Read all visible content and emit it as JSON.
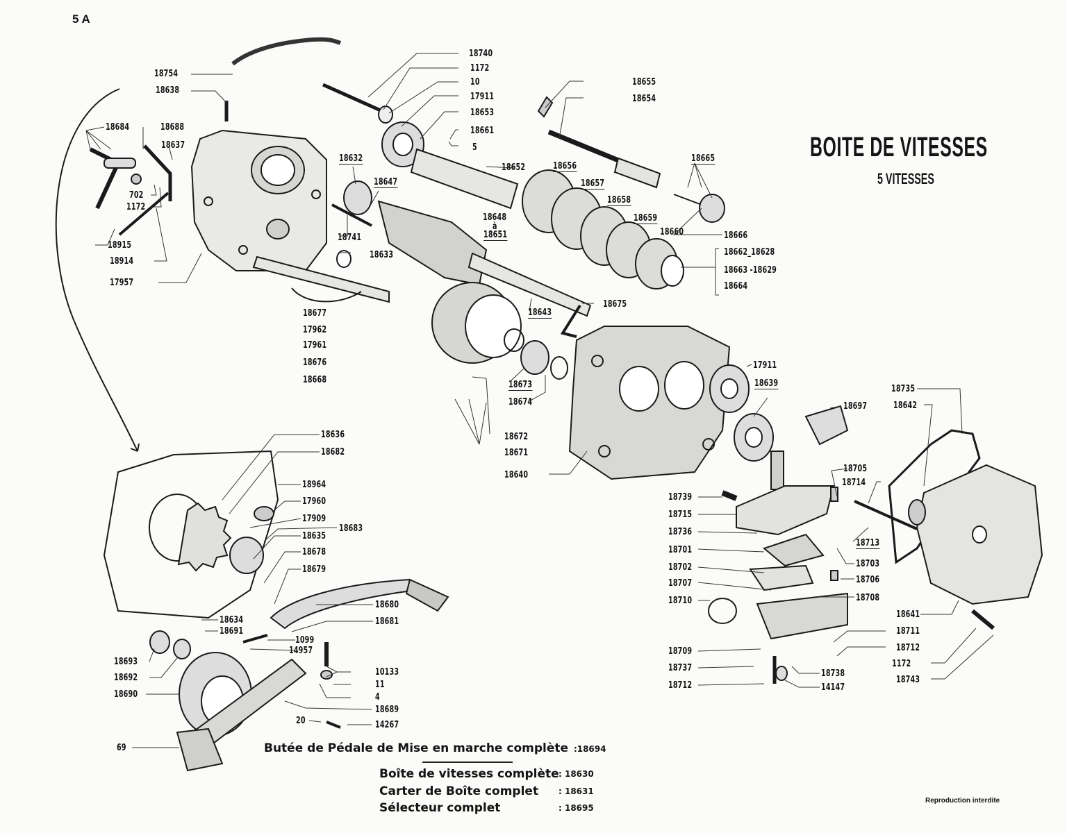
{
  "page_number": "5 A",
  "title": "BOITE DE VITESSES",
  "subtitle": "5 VITESSES",
  "part_labels": {
    "p18754": "18754",
    "p18638": "18638",
    "p18684": "18684",
    "p18688": "18688",
    "p18637": "18637",
    "p702": "702",
    "p1172a": "1172",
    "p18915": "18915",
    "p18914": "18914",
    "p17957": "17957",
    "p18740": "18740",
    "p1172b": "1172",
    "p10": "10",
    "p17911a": "17911",
    "p18653": "18653",
    "p18661": "18661",
    "p5": "5",
    "p18652": "18652",
    "p18632": "18632",
    "p18647": "18647",
    "p18741": "18741",
    "p18633": "18633",
    "p18648": "18648",
    "p_a": "à",
    "p18651": "18651",
    "p18677": "18677",
    "p17962": "17962",
    "p17961": "17961",
    "p18676": "18676",
    "p18668": "18668",
    "p18655": "18655",
    "p18654": "18654",
    "p18656": "18656",
    "p18657": "18657",
    "p18658": "18658",
    "p18659": "18659",
    "p18660": "18660",
    "p18665": "18665",
    "p18666": "18666",
    "p18662_18628": "18662_18628",
    "p18663_18629": "18663 -18629",
    "p18664": "18664",
    "p18643": "18643",
    "p18675": "18675",
    "p18673": "18673",
    "p18674": "18674",
    "p18672": "18672",
    "p18671": "18671",
    "p18640": "18640",
    "p17911b": "17911",
    "p18639": "18639",
    "p18697": "18697",
    "p18735": "18735",
    "p18642": "18642",
    "p18705": "18705",
    "p18714": "18714",
    "p18713": "18713",
    "p18703": "18703",
    "p18706": "18706",
    "p18708": "18708",
    "p18641": "18641",
    "p18711": "18711",
    "p18712a": "18712",
    "p1172c": "1172",
    "p18743": "18743",
    "p18739": "18739",
    "p18715": "18715",
    "p18736": "18736",
    "p18701": "18701",
    "p18702": "18702",
    "p18707": "18707",
    "p18710": "18710",
    "p18709": "18709",
    "p18737": "18737",
    "p18712b": "18712",
    "p18738": "18738",
    "p14147": "14147",
    "p18636": "18636",
    "p18682": "18682",
    "p18964": "18964",
    "p17960": "17960",
    "p17909": "17909",
    "p18683": "18683",
    "p18635": "18635",
    "p18678": "18678",
    "p18679": "18679",
    "p18680": "18680",
    "p18681": "18681",
    "p18634": "18634",
    "p18691": "18691",
    "p1099": "1099",
    "p14957": "14957",
    "p18693": "18693",
    "p18692": "18692",
    "p10133": "10133",
    "p11": "11",
    "p4": "4",
    "p18690": "18690",
    "p18689": "18689",
    "p20": "20",
    "p14267": "14267",
    "p69": "69"
  },
  "assemblies": [
    {
      "name": "Butée de Pédale de Mise en marche complète",
      "code": ":18694"
    },
    {
      "name": "Boîte de vitesses complète",
      "code": ": 18630"
    },
    {
      "name": "Carter de Boîte complet",
      "code": ": 18631"
    },
    {
      "name": "Sélecteur complet",
      "code": ": 18695"
    }
  ],
  "footer_note": "Reproduction interdite"
}
